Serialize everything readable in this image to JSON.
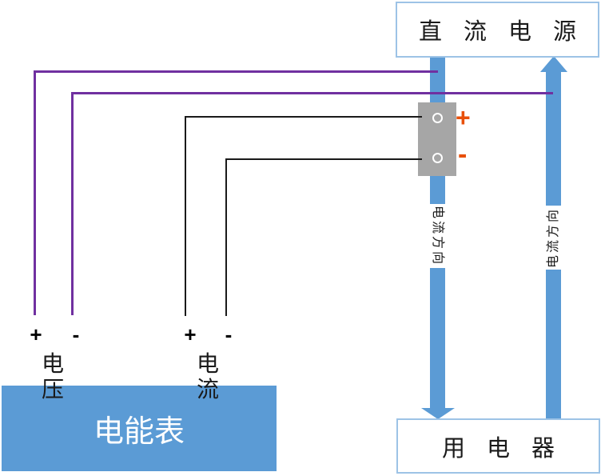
{
  "boxes": {
    "dc_source": "直流电源",
    "load": "用电器",
    "meter": "电能表"
  },
  "flow_arrows": {
    "left_label": "电流方向",
    "right_label": "电流方向"
  },
  "terminal_block": {
    "plus": "+",
    "minus": "-"
  },
  "meter_terminals": {
    "voltage": {
      "plus": "+",
      "minus": "-",
      "label": "电压"
    },
    "current": {
      "plus": "+",
      "minus": "-",
      "label": "电流"
    }
  },
  "colors": {
    "flow_bar_blue": "#5B9BD5",
    "box_border_blue": "#9DC3E6",
    "meter_fill_blue": "#5B9BD5",
    "voltage_wire_purple": "#7030A0",
    "current_wire_black": "#1A1A1A",
    "terminal_block_gray": "#A6A6A6",
    "polarity_orange": "#E8500B"
  }
}
